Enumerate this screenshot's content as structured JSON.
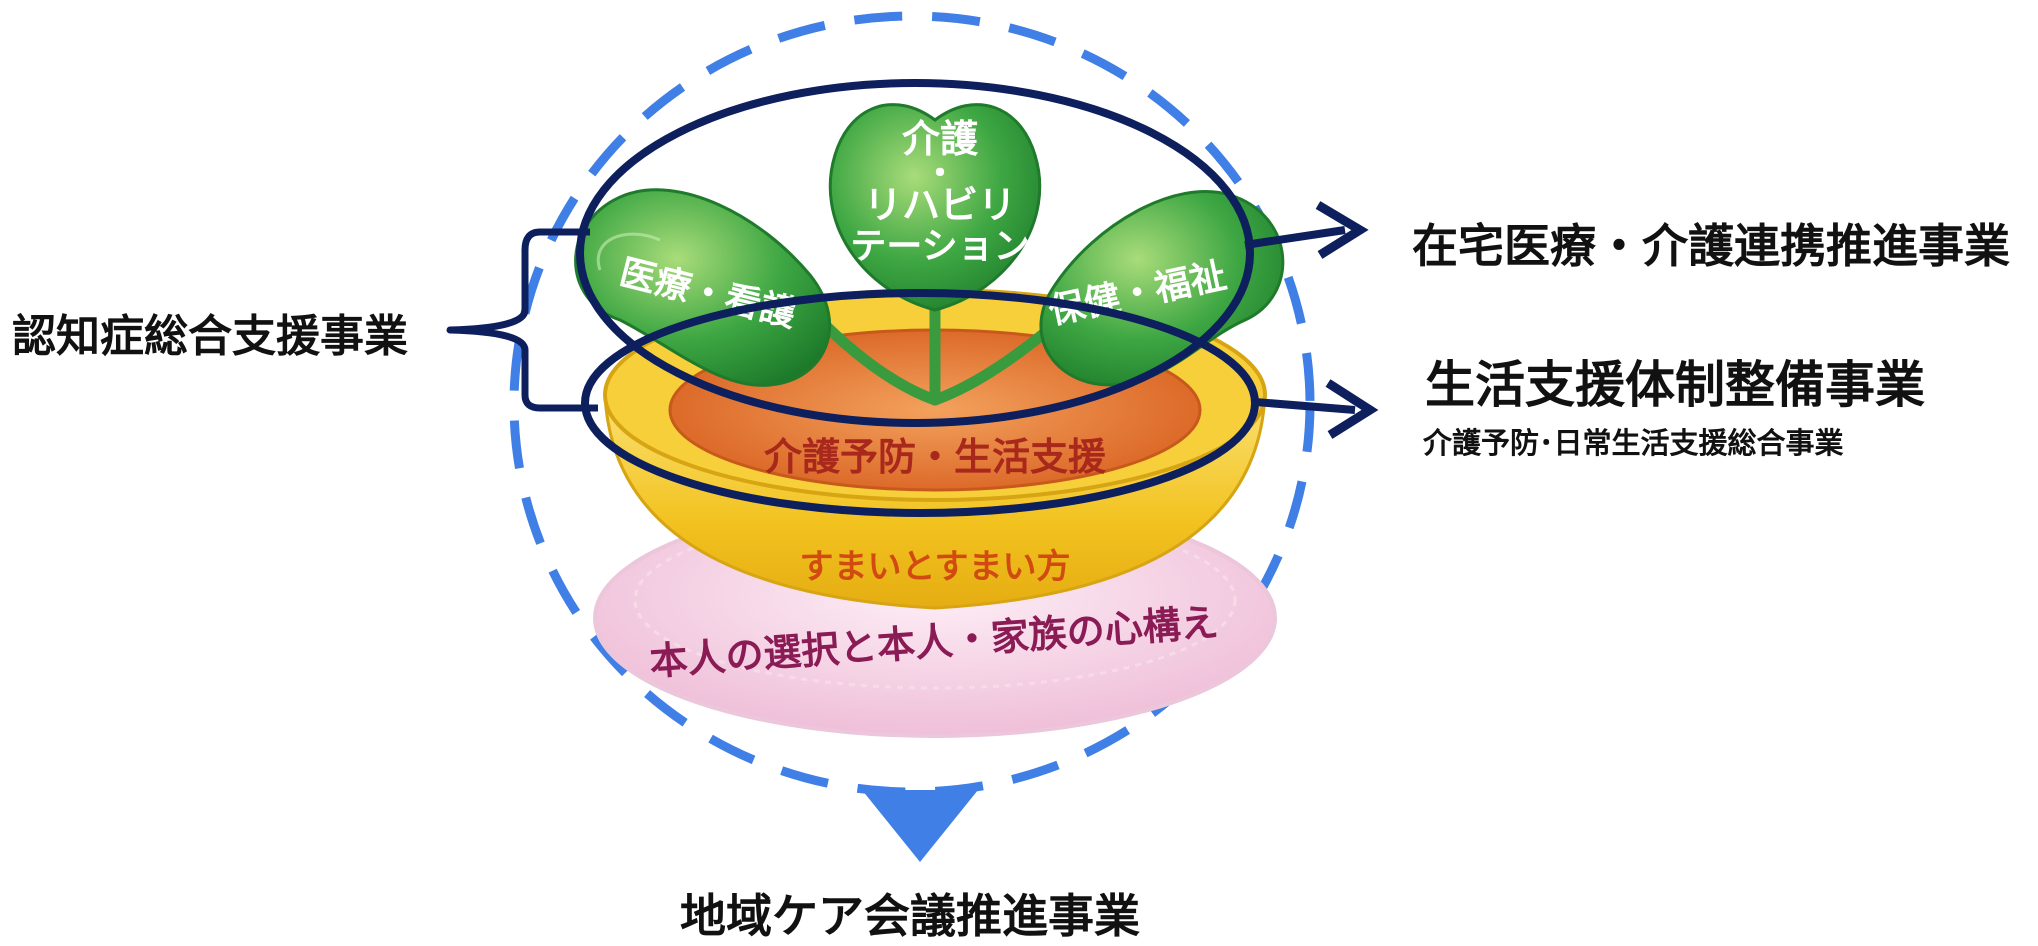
{
  "diagram": {
    "leaves": {
      "care_rehab_line1": "介護",
      "care_rehab_line2": "・",
      "care_rehab_line3": "リハビリ",
      "care_rehab_line4": "テーション",
      "medical": "医療・看護",
      "health_welfare": "保健・福祉"
    },
    "pot": {
      "soil": "介護予防・生活支援",
      "band": "すまいとすまい方",
      "saucer": "本人の選択と本人・家族の心構え"
    },
    "labels": {
      "left": "認知症総合支援事業",
      "right_top": "在宅医療・介護連携推進事業",
      "right_middle": "生活支援体制整備事業",
      "right_middle_sub": "介護予防･日常生活支援総合事業",
      "bottom": "地域ケア会議推進事業"
    },
    "colors": {
      "outline": "#0d1f5c",
      "dashed_circle": "#3f7fe6",
      "triangle": "#3f7fe6",
      "leaf": "#2f9a3a",
      "pot": "#f3c52a",
      "soil": "#d9661f",
      "saucer": "#f0c7dc"
    }
  }
}
